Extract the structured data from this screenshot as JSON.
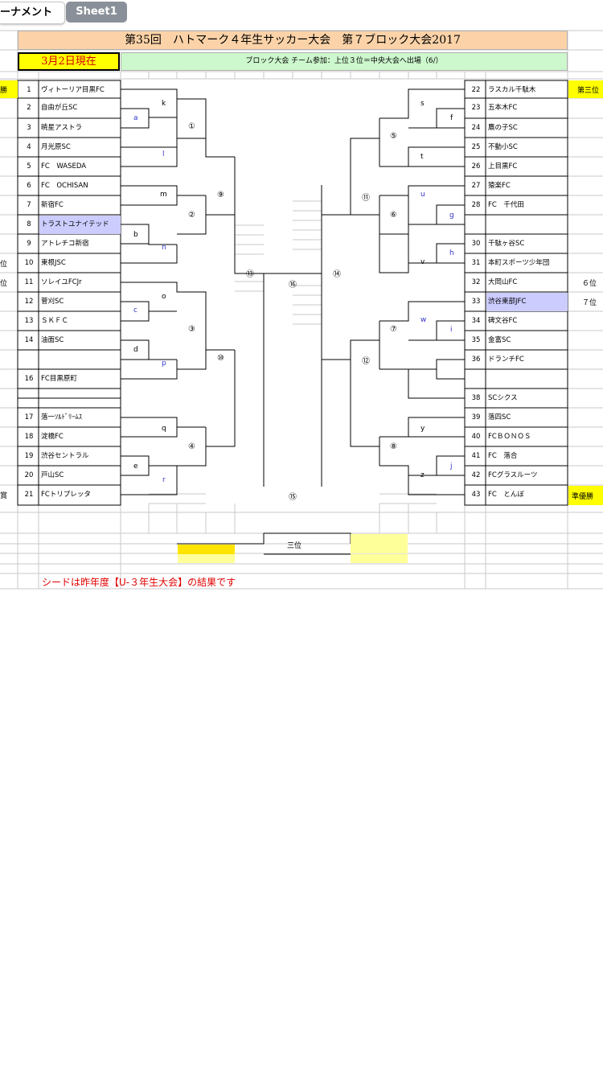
{
  "tabs": [
    {
      "label": "ーナメント"
    },
    {
      "label": "Sheet1"
    }
  ],
  "header": {
    "title": "第35回　ハトマーク４年生サッカー大会　第７ブロック大会2017",
    "date": "3月2日現在",
    "note": "ブロック大会 チーム参加：上位３位＝中央大会へ出場（6/）"
  },
  "left_teams": [
    {
      "num": "1",
      "name": "ヴィトーリア目黒FC"
    },
    {
      "num": "2",
      "name": "自由が丘SC"
    },
    {
      "num": "3",
      "name": "暁星アストラ"
    },
    {
      "num": "4",
      "name": "月光原SC"
    },
    {
      "num": "5",
      "name": "FC　WASEDA"
    },
    {
      "num": "6",
      "name": "FC　OCHISAN"
    },
    {
      "num": "7",
      "name": "新宿FC"
    },
    {
      "num": "8",
      "name": "トラストユナイテッド"
    },
    {
      "num": "9",
      "name": "アトレチコ新宿"
    },
    {
      "num": "10",
      "name": "東根JSC"
    },
    {
      "num": "11",
      "name": "ソレイユFCJr"
    },
    {
      "num": "12",
      "name": "菅刈SC"
    },
    {
      "num": "13",
      "name": "ＳＫＦＣ"
    },
    {
      "num": "14",
      "name": "油面SC"
    },
    {
      "num": "16",
      "name": "FC目黒原町"
    },
    {
      "num": "17",
      "name": "落一ｿﾙﾄﾞﾘｰﾑｽ"
    },
    {
      "num": "18",
      "name": "淀橋FC"
    },
    {
      "num": "19",
      "name": "渋谷セントラル"
    },
    {
      "num": "20",
      "name": "戸山SC"
    },
    {
      "num": "21",
      "name": "FCトリプレッタ"
    }
  ],
  "right_teams": [
    {
      "num": "22",
      "name": "ラスカル千駄木"
    },
    {
      "num": "23",
      "name": "五本木FC"
    },
    {
      "num": "24",
      "name": "鷹の子SC"
    },
    {
      "num": "25",
      "name": "不動小SC"
    },
    {
      "num": "26",
      "name": "上目黒FC"
    },
    {
      "num": "27",
      "name": "猿楽FC"
    },
    {
      "num": "28",
      "name": "FC　千代田"
    },
    {
      "num": "30",
      "name": "千駄ヶ谷SC"
    },
    {
      "num": "31",
      "name": "本町スポーツ少年団"
    },
    {
      "num": "32",
      "name": "大岡山FC"
    },
    {
      "num": "33",
      "name": "渋谷東部JFC"
    },
    {
      "num": "34",
      "name": "碑文谷FC"
    },
    {
      "num": "35",
      "name": "金富SC"
    },
    {
      "num": "36",
      "name": "ドランチFC"
    },
    {
      "num": "38",
      "name": "SCシクス"
    },
    {
      "num": "39",
      "name": "落四SC"
    },
    {
      "num": "40",
      "name": "FCＢＯＮＯＳ"
    },
    {
      "num": "41",
      "name": "FC　落合"
    },
    {
      "num": "42",
      "name": "FCグラスルーツ"
    },
    {
      "num": "43",
      "name": "FC　とんぼ"
    }
  ],
  "left_side": {
    "r1": "勝",
    "r10": "位",
    "r11": "位",
    "r21": "賞"
  },
  "right_side": {
    "r22": "第三位",
    "r32": "６位",
    "r33": "７位",
    "r43": "準優勝"
  },
  "labels": {
    "k": "k",
    "a": "a",
    "l": "l",
    "m": "m",
    "n": "n",
    "b": "b",
    "o": "o",
    "c": "c",
    "d": "d",
    "p": "p",
    "q": "q",
    "e": "e",
    "r": "r",
    "s": "s",
    "f": "f",
    "t": "t",
    "u": "u",
    "g": "g",
    "h": "h",
    "v": "v",
    "w": "w",
    "i": "i",
    "y": "y",
    "j": "j",
    "z": "z"
  },
  "circles": {
    "c1": "①",
    "c2": "②",
    "c3": "③",
    "c4": "④",
    "c5": "⑤",
    "c6": "⑥",
    "c7": "⑦",
    "c8": "⑧",
    "c9": "⑨",
    "c10": "⑩",
    "c11": "⑪",
    "c12": "⑫",
    "c13": "⑬",
    "c14": "⑭",
    "c15": "⑮",
    "c16": "⑯"
  },
  "third_place": "三位",
  "footnote": "シードは昨年度【U-３年生大会】の結果です",
  "colors": {
    "title_bg": "#fcd3a8",
    "date_bg": "#ffff00",
    "note_bg": "#cdf7cd",
    "highlight_team": "#ccccff",
    "pale_yellow": "#ffff99"
  }
}
